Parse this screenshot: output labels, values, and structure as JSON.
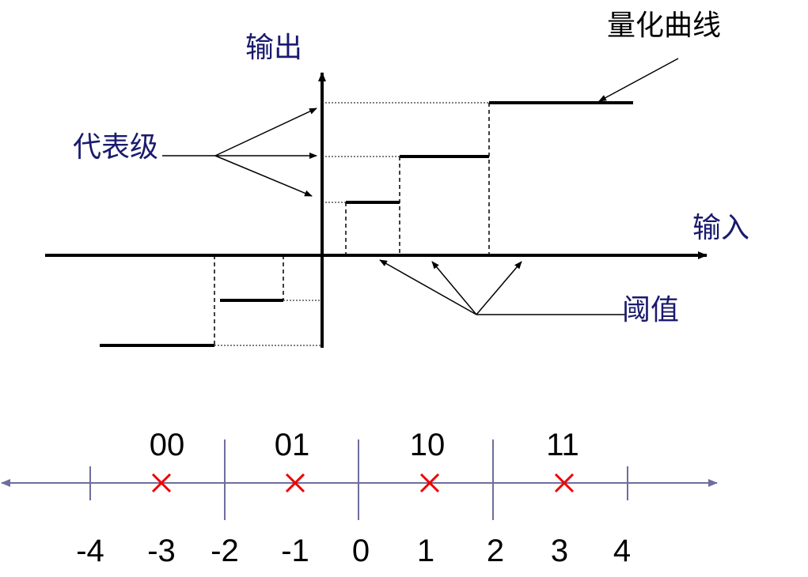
{
  "labels": {
    "output": "输出",
    "input": "输入",
    "representative_levels": "代表级",
    "quantization_curve": "量化曲线",
    "thresholds": "阈值"
  },
  "codes": [
    "00",
    "01",
    "10",
    "11"
  ],
  "ticks": [
    "-4",
    "-3",
    "-2",
    "-1",
    "0",
    "1",
    "2",
    "3",
    "4"
  ],
  "colors": {
    "label_blue": "#1a1a6e",
    "line_black": "#000000",
    "axis_purple": "#6e6e9e",
    "marker_red": "#ee0000"
  },
  "markers": [
    "x-marker",
    "x-marker",
    "x-marker",
    "x-marker"
  ]
}
